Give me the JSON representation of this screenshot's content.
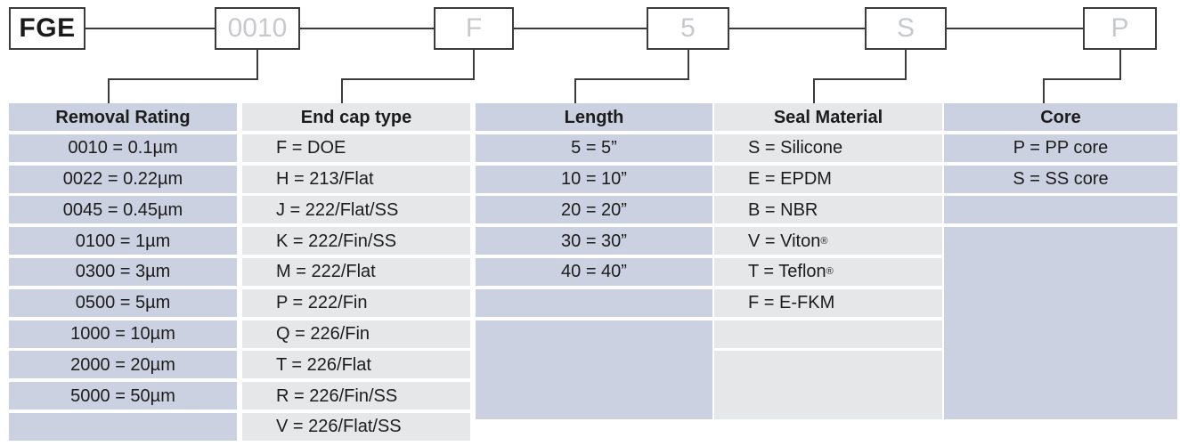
{
  "part_number": {
    "prefix": {
      "label": "FGE",
      "is_placeholder": false
    },
    "segments": [
      {
        "label": "0010",
        "is_placeholder": true,
        "maps_to": "Removal Rating"
      },
      {
        "label": "F",
        "is_placeholder": true,
        "maps_to": "End cap type"
      },
      {
        "label": "5",
        "is_placeholder": true,
        "maps_to": "Length"
      },
      {
        "label": "S",
        "is_placeholder": true,
        "maps_to": "Seal Material"
      },
      {
        "label": "P",
        "is_placeholder": true,
        "maps_to": "Core"
      }
    ]
  },
  "colors": {
    "blue_fill": "#cbd1e0",
    "gray_fill": "#e6e7e9",
    "line": "#3b3b3b",
    "placeholder_text": "#c7c9cc",
    "text": "#1c1c1c",
    "page_background": "#ffffff"
  },
  "columns": [
    {
      "header": "Removal Rating",
      "fill": "blue",
      "align": "center",
      "options": [
        "0010 = 0.1µm",
        "0022 = 0.22µm",
        "0045 = 0.45µm",
        "0100 = 1µm",
        "0300 = 3µm",
        "0500 = 5µm",
        "1000 = 10µm",
        "2000 = 20µm",
        "5000 = 50µm"
      ]
    },
    {
      "header": "End cap type",
      "fill": "gray",
      "align": "left",
      "options": [
        "F = DOE",
        "H = 213/Flat",
        "J = 222/Flat/SS",
        "K = 222/Fin/SS",
        "M = 222/Flat",
        "P = 222/Fin",
        "Q = 226/Fin",
        "T = 226/Flat",
        "R = 226/Fin/SS",
        "V = 226/Flat/SS"
      ]
    },
    {
      "header": "Length",
      "fill": "blue",
      "align": "center",
      "options": [
        "5 = 5”",
        "10 = 10”",
        "20 = 20”",
        "30 = 30”",
        "40 = 40”"
      ]
    },
    {
      "header": "Seal Material",
      "fill": "gray",
      "align": "left",
      "options": [
        "S = Silicone",
        "E = EPDM",
        "B = NBR",
        "V = Viton®",
        "T = Teflon®",
        "F = E-FKM"
      ]
    },
    {
      "header": "Core",
      "fill": "blue",
      "align": "center",
      "options": [
        "P = PP core",
        "S = SS core"
      ]
    }
  ]
}
